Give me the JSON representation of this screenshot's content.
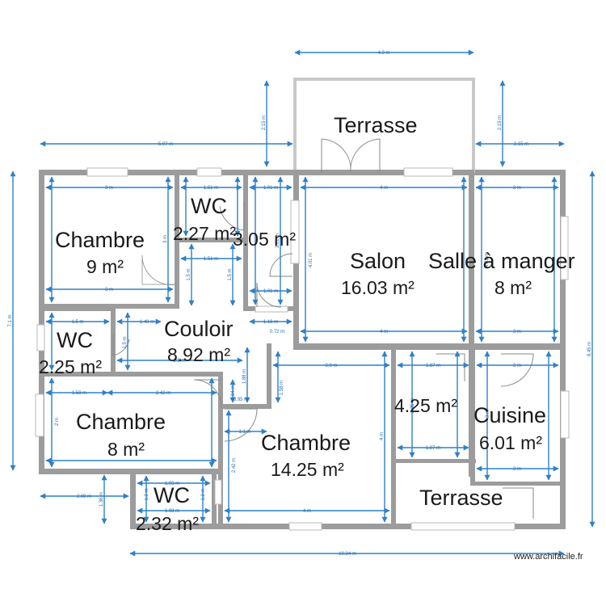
{
  "colors": {
    "wall": "#9c9c9c",
    "dimension": "#2f80c8",
    "text": "#1a1a1a",
    "window": "#b8b8b8",
    "door": "#8a8a8a"
  },
  "rooms": {
    "chambre_1": {
      "name": "Chambre",
      "area": "9 m²"
    },
    "wc_1": {
      "name": "WC",
      "area": "2.27 m²"
    },
    "unnamed_area": {
      "area": "3.05 m²"
    },
    "salon": {
      "name": "Salon",
      "area": "16.03 m²"
    },
    "salle_a_manger": {
      "name": "Salle à manger",
      "area": "8 m²"
    },
    "terrasse_1": {
      "name": "Terrasse"
    },
    "wc_2": {
      "name": "WC",
      "area": "2.25 m²"
    },
    "couloir": {
      "name": "Couloir",
      "area": "8.92 m²"
    },
    "chambre_2": {
      "name": "Chambre",
      "area": "8 m²"
    },
    "chambre_3": {
      "name": "Chambre",
      "area": "14.25 m²"
    },
    "cellier": {
      "area": "4.25 m²"
    },
    "cuisine": {
      "name": "Cuisine",
      "area": "6.01 m²"
    },
    "terrasse_2": {
      "name": "Terrasse"
    },
    "wc_3": {
      "name": "WC",
      "area": "2.32 m²"
    }
  },
  "dimensions": {
    "terrasse_width": "4.3 m",
    "left_width": "5.97 m",
    "right_offset": "2.15 m",
    "terrasse_depth_left": "2.15 m",
    "terrasse_depth_right": "2.15 m",
    "total_height_left": "7.1 m",
    "total_height_right": "8.45 m",
    "total_width": "10.34 m",
    "chambre1_w": "3 m",
    "chambre1_w_bottom": "3 m",
    "chambre1_h": "3 m",
    "wc1_w": "1.51 m",
    "wc1_w_mid": "1.51 m",
    "wc1_h": "1.5 m",
    "area305_w": "1.01 m",
    "area305_w_bottom": "1.01 m",
    "area305_h": "3.01 m",
    "salon_w": "4 m",
    "salon_w_bottom": "4 m",
    "salon_h": "4.01 m",
    "sam_w": "2 m",
    "sam_w_bottom": "2 m",
    "sam_h": "4.01 m",
    "wc2_w": "1.5 m",
    "wc2_h": "1.5 m",
    "couloir_w": "1.49 m",
    "couloir_h": "1.5 m",
    "couloir_strip": "1.16 m",
    "couloir_small": "0.72 m",
    "chambre2_w_left": "1.58 m",
    "chambre2_w_right": "2.42 m",
    "chambre2_h": "2 m",
    "chambre3_w": "2.9 m",
    "chambre3_w_bottom": "4 m",
    "chambre3_h": "4 m",
    "chambre3_hl": "1.58 m",
    "chambre3_door": "1.1 m",
    "chambre3_h2": "2.42 m",
    "cellier_w": "1.87 m",
    "cellier_w_bottom": "1.87 m",
    "cellier_h": "2.35 m",
    "cuisine_w": "2 m",
    "cuisine_w_bottom": "2 m",
    "cuisine_h": "3 m",
    "wc3_w": "1.93 m",
    "wc3_w_bottom": "1.93 m",
    "wc3_h": "1.2 m",
    "wc3_h2": "1.2 m",
    "offset_bottom_left": "2.08 m",
    "offset_small": "1.36 m",
    "corridor_a": "0.84 m",
    "corridor_b": "0.95 m",
    "corridor_c": "1.88 m",
    "couloir_long": "2.5 m"
  },
  "credit": "www.archifacile.fr"
}
